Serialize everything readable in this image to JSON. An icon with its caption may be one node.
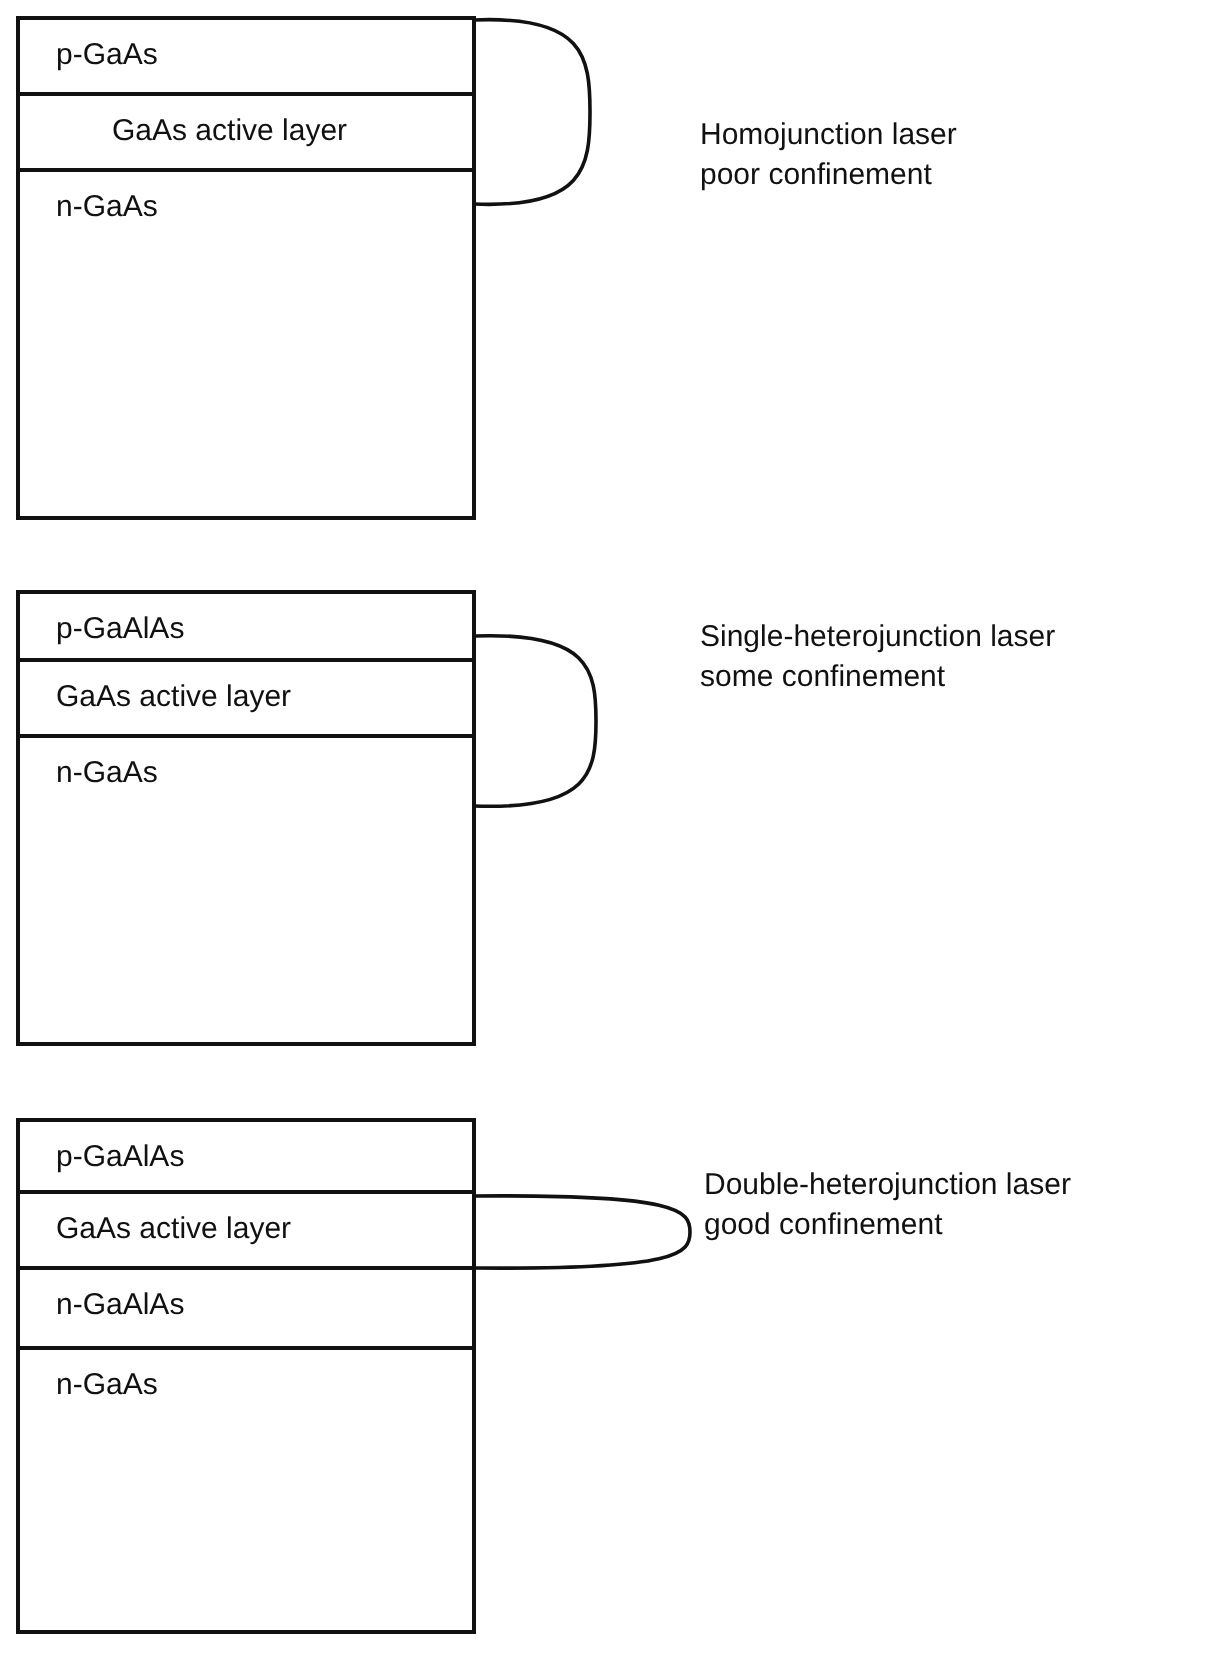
{
  "diagram": {
    "nodes": [
      {
        "text": [],
        "shape": "box"
      },
      {
        "text": [
          "p-GaAs"
        ],
        "in": 0
      },
      {
        "text": [
          "GaAs active layer"
        ],
        "in": 0
      },
      {
        "text": [
          "n-GaAs"
        ],
        "in": 0
      },
      {
        "text": [],
        "shape": "box"
      },
      {
        "text": [
          "p-GaAlAs"
        ],
        "in": 4
      },
      {
        "text": [
          "GaAs active layer"
        ],
        "in": 4
      },
      {
        "text": [
          "n-GaAs"
        ],
        "in": 4
      },
      {
        "text": [],
        "shape": "box"
      },
      {
        "text": [
          "p-GaAlAs"
        ],
        "in": 8
      },
      {
        "text": [
          "GaAs active layer"
        ],
        "in": 8
      },
      {
        "text": [
          "n-GaAlAs"
        ],
        "in": 8
      },
      {
        "text": [
          "n-GaAs"
        ],
        "in": 8
      }
    ],
    "edges": [],
    "labels": [
      "Homojunction laser poor confinement",
      "Single-heterojunction laser some confinement",
      "Double-heterojunction laser good confinement"
    ]
  }
}
